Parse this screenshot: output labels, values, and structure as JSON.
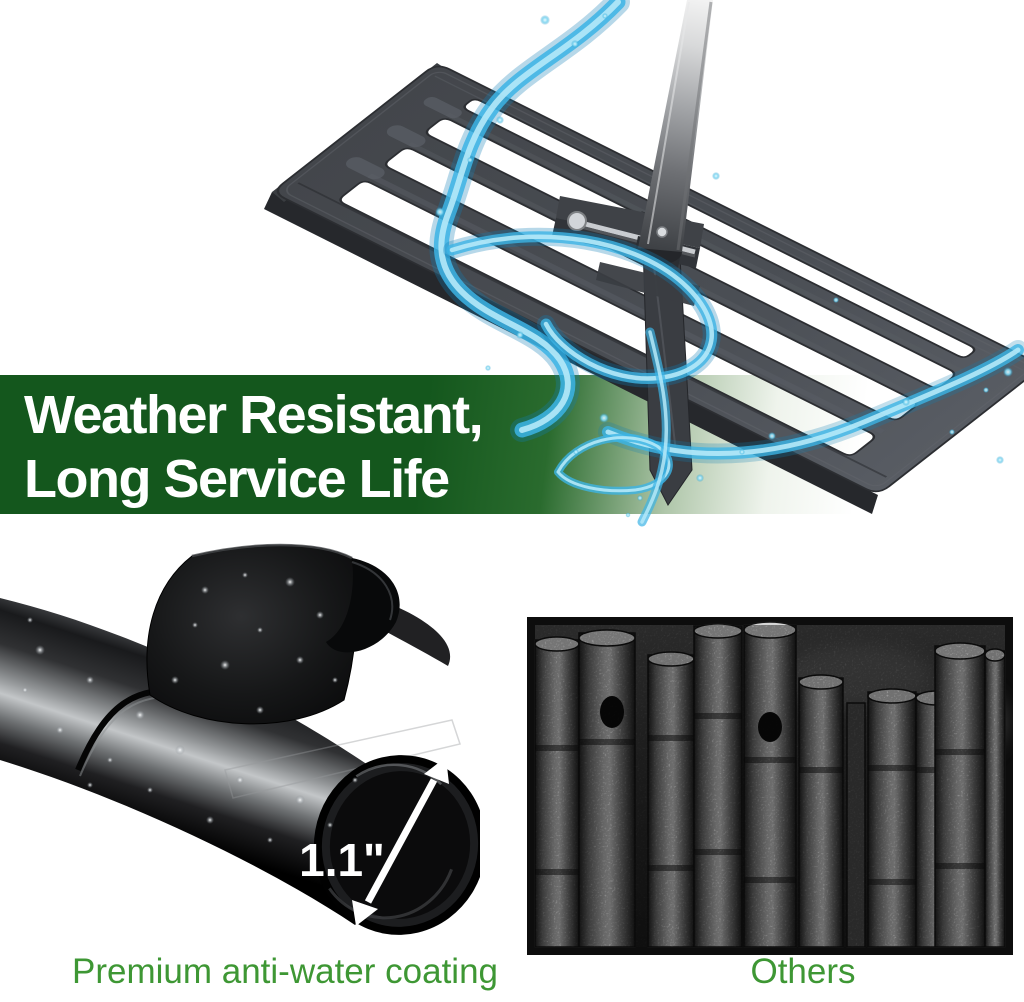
{
  "banner": {
    "line1": "Weather Resistant,",
    "line2": "Long Service Life"
  },
  "tube_label": {
    "diameter": "1.1\""
  },
  "captions": {
    "left": "Premium anti-water coating",
    "right": "Others"
  },
  "colors": {
    "banner-green-dark": "#14571d",
    "banner-green-mid": "#2a6b2e",
    "caption-green": "#3e9734",
    "water-deep": "#0f7fb5",
    "water-mid": "#3cb4e5",
    "water-light": "#b5e9f8",
    "tool-gray": "#4a4e54",
    "tool-gray-dark": "#2c2f33",
    "tool-gray-light": "#63676d"
  }
}
